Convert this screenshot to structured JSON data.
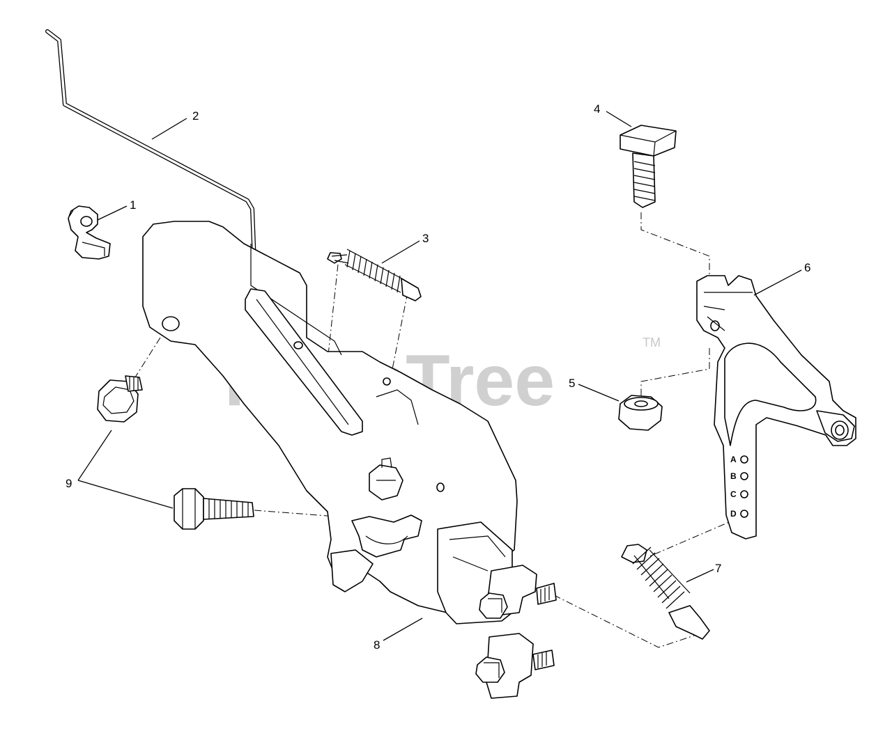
{
  "watermark": {
    "brand": "PartsTree",
    "trademark": "TM"
  },
  "callouts": [
    "1",
    "2",
    "3",
    "4",
    "5",
    "6",
    "7",
    "8",
    "9"
  ],
  "hole_labels": [
    "A",
    "B",
    "C",
    "D"
  ]
}
